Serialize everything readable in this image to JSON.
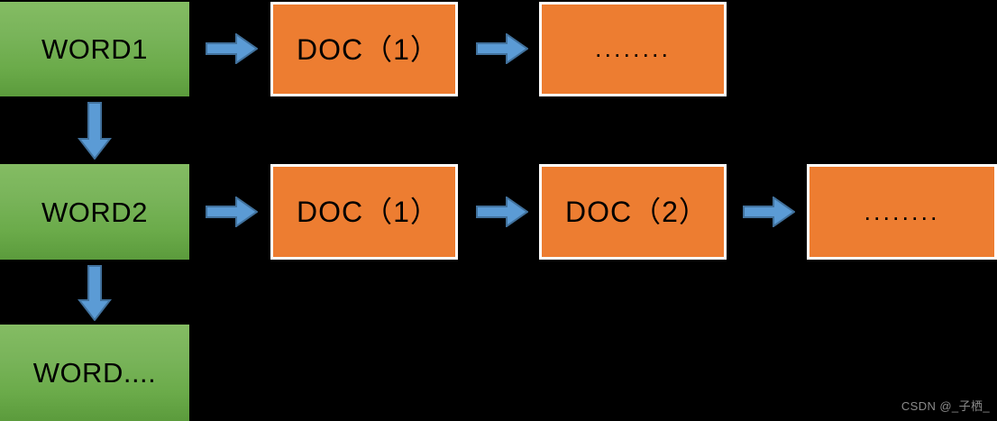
{
  "diagram": {
    "title": "WORD to DOC hierarchy flow",
    "colors": {
      "background": "#000000",
      "green_top": "#84BC63",
      "green_bottom": "#5B9B3C",
      "orange": "#ED7D31",
      "orange_border": "#FFFFFF",
      "arrow_fill": "#5B9BD5",
      "arrow_stroke": "#41719C",
      "text": "#000000",
      "watermark": "#8A8A8A"
    },
    "nodes": {
      "word1": "WORD1",
      "word2": "WORD2",
      "word_more": "WORD....",
      "row1_doc1": "DOC（1）",
      "row1_ellipsis": "........",
      "row2_doc1": "DOC（1）",
      "row2_doc2": "DOC（2）",
      "row2_ellipsis": "........"
    },
    "arrows": {
      "word1_to_doc1": "arrow-right",
      "doc1_to_ellipsis": "arrow-right",
      "word1_to_word2": "arrow-down",
      "word2_to_doc1": "arrow-right",
      "doc1_to_doc2": "arrow-right",
      "doc2_to_ellipsis": "arrow-right",
      "word2_to_wordmore": "arrow-down"
    }
  },
  "watermark": {
    "text": "CSDN @_子栖_"
  }
}
